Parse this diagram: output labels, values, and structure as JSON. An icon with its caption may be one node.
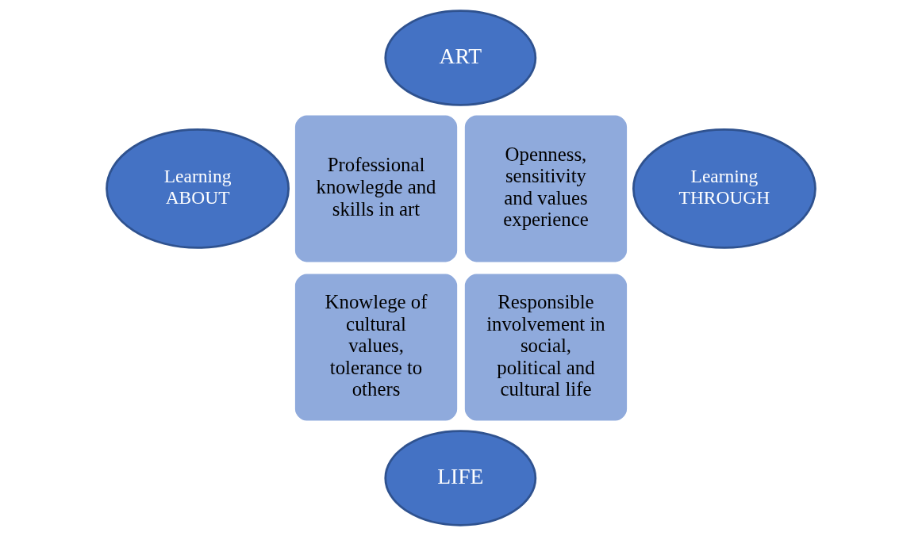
{
  "diagram": {
    "nodes": [
      {
        "text": [
          "ART"
        ]
      },
      {
        "text": [
          "Learning ABOUT"
        ]
      },
      {
        "text": [
          "Professional knowlegde and skills in art"
        ]
      },
      {
        "text": [
          "Openness, sensitivity and values experience"
        ]
      },
      {
        "text": [
          "Learning THROUGH"
        ]
      },
      {
        "text": [
          "Knowlege of cultural values, tolerance to others"
        ]
      },
      {
        "text": [
          "Responsible involvement in social, political and cultural life"
        ]
      },
      {
        "text": [
          "LIFE"
        ]
      }
    ],
    "edges": []
  }
}
